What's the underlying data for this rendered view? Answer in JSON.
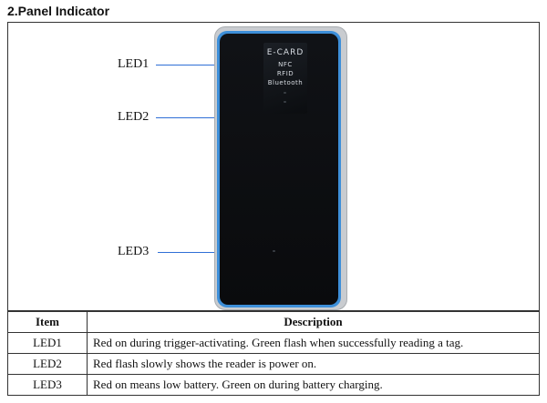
{
  "section": {
    "title": "2.Panel Indicator"
  },
  "figure": {
    "device_screen_lines": [
      "E-CARD",
      "NFC",
      "RFID",
      "Bluetooth"
    ],
    "labels": [
      "LED1",
      "LED2",
      "LED3"
    ],
    "pointer_color": "#2f6fd6",
    "bezel_color": "#3d8fd9"
  },
  "table": {
    "headers": [
      "Item",
      "Description"
    ],
    "rows": [
      [
        "LED1",
        "Red on during trigger-activating. Green flash when successfully reading a tag."
      ],
      [
        "LED2",
        "Red flash slowly shows the reader is power on."
      ],
      [
        "LED3",
        "Red on means low battery. Green on during battery charging."
      ]
    ]
  }
}
